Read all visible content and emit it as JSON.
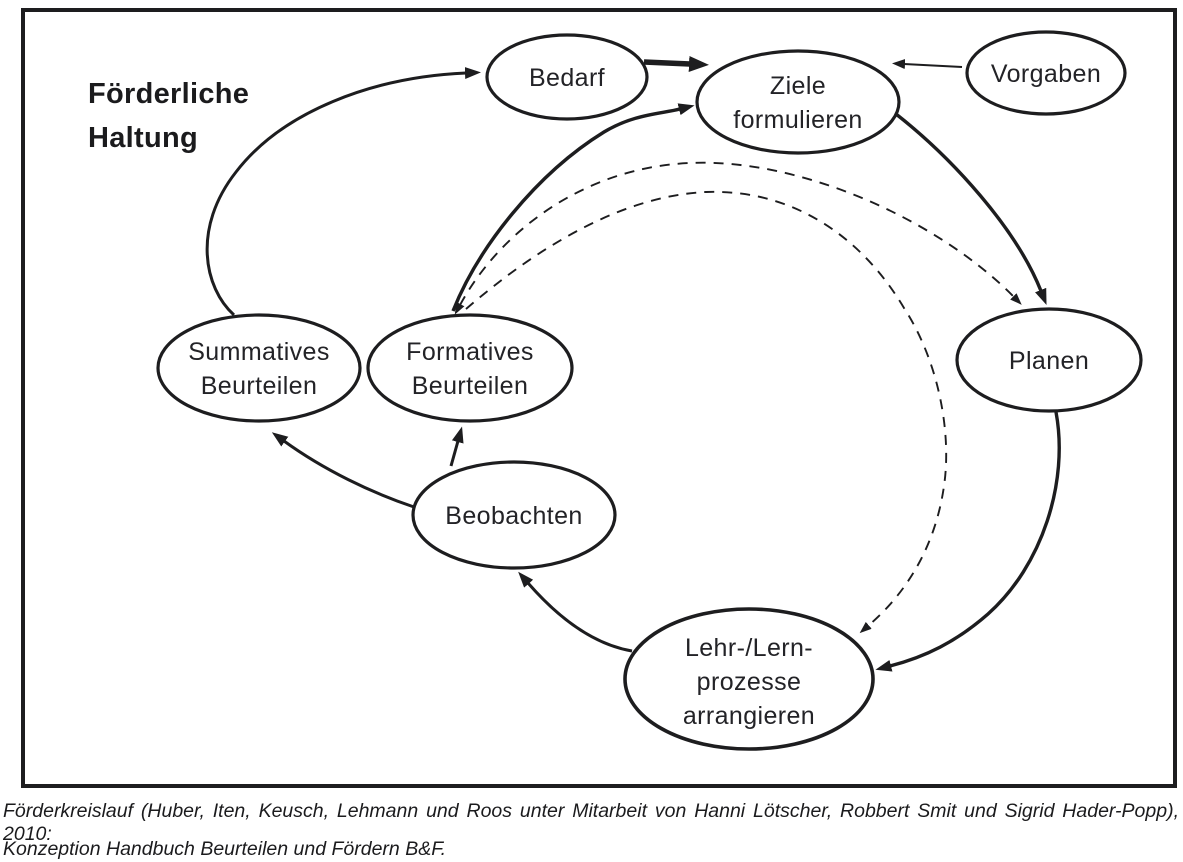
{
  "colors": {
    "ink": "#1d1d1f",
    "background": "#ffffff"
  },
  "figure": {
    "attitude_label": {
      "line1": "Förderliche",
      "line2": "Haltung"
    },
    "nodes": {
      "bedarf": {
        "label": "Bedarf"
      },
      "ziele_formulieren": {
        "line1": "Ziele",
        "line2": "formulieren"
      },
      "vorgaben": {
        "label": "Vorgaben"
      },
      "summatives_beurteilen": {
        "line1": "Summatives",
        "line2": "Beurteilen"
      },
      "formatives_beurteilen": {
        "line1": "Formatives",
        "line2": "Beurteilen"
      },
      "planen": {
        "label": "Planen"
      },
      "beobachten": {
        "label": "Beobachten"
      },
      "lehr_lernprozesse": {
        "line1": "Lehr-/Lern-",
        "line2": "prozesse",
        "line3": "arrangieren"
      }
    },
    "edges": [
      {
        "from": "Summatives Beurteilen",
        "to": "Bedarf",
        "line": "solid"
      },
      {
        "from": "Bedarf",
        "to": "Ziele formulieren",
        "line": "solid-heavy"
      },
      {
        "from": "Vorgaben",
        "to": "Ziele formulieren",
        "line": "solid-thin"
      },
      {
        "from": "Formatives Beurteilen",
        "to": "Ziele formulieren",
        "line": "solid"
      },
      {
        "from": "Ziele formulieren",
        "to": "Planen",
        "line": "solid"
      },
      {
        "from": "Planen",
        "to": "Lehr-/Lernprozesse arrangieren",
        "line": "solid"
      },
      {
        "from": "Lehr-/Lernprozesse arrangieren",
        "to": "Beobachten",
        "line": "solid"
      },
      {
        "from": "Beobachten",
        "to": "Formatives Beurteilen",
        "line": "solid"
      },
      {
        "from": "Beobachten",
        "to": "Summatives Beurteilen",
        "line": "solid"
      },
      {
        "from": "Formatives Beurteilen",
        "to": "Planen",
        "line": "dashed",
        "bidirectional": true
      },
      {
        "from": "Formatives Beurteilen",
        "to": "Lehr-/Lernprozesse arrangieren",
        "line": "dashed"
      }
    ]
  },
  "caption": {
    "line1": "Förderkreislauf (Huber, Iten, Keusch, Lehmann und Roos unter Mitarbeit von Hanni Lötscher, Robbert Smit und Sigrid Hader-Popp), 2010:",
    "line2": "Konzeption Handbuch Beurteilen und Fördern B&F."
  }
}
